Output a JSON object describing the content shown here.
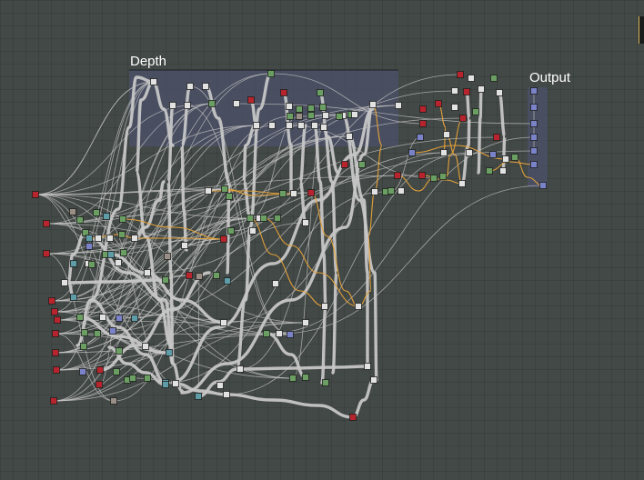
{
  "frames": {
    "depth": {
      "label": "Depth"
    },
    "output": {
      "label": "Output"
    }
  },
  "colors": {
    "background": "#434946",
    "frame_fill": "#4c5068",
    "wire": "#c6c6c6",
    "wire_highlight": "#e9a43a",
    "node_red": "#b8242d",
    "node_green": "#6a9e62",
    "node_white": "#e2e2e2",
    "node_teal": "#5e9ca8",
    "node_blue": "#7a82c8",
    "node_gray": "#9a8f86"
  },
  "node_types": [
    "red",
    "green",
    "white",
    "teal",
    "blue",
    "gray"
  ]
}
